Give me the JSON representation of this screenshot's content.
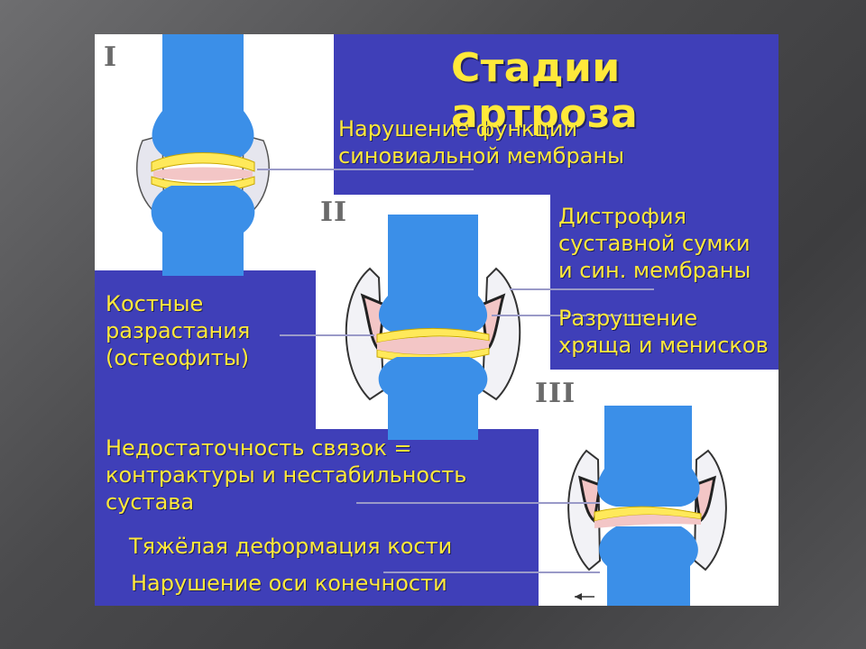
{
  "title": "Стадии артроза",
  "stages": [
    {
      "numeral": "I"
    },
    {
      "numeral": "II"
    },
    {
      "numeral": "III"
    }
  ],
  "labels": {
    "synovial_dysfunction": [
      "Нарушение функции",
      "синовиальной мембраны"
    ],
    "capsule_dystrophy": [
      "Дистрофия",
      "суставной сумки",
      "и син. мембраны"
    ],
    "cartilage_destruction": [
      "Разрушение",
      "хряща и менисков"
    ],
    "osteophytes": [
      "Костные",
      "разрастания",
      "(остеофиты)"
    ],
    "ligament_insufficiency": [
      "Недостаточность связок =",
      "контрактуры и нестабильность",
      "сустава"
    ],
    "bone_deformation": "Тяжёлая деформация кости",
    "axis_disorder": "Нарушение оси конечности"
  },
  "colors": {
    "panel": "#3f3fb8",
    "text": "#ffe93a",
    "bone": "#3b8fe8",
    "cartilage": "#ffe95a",
    "synovium": "#f3c6c6"
  }
}
